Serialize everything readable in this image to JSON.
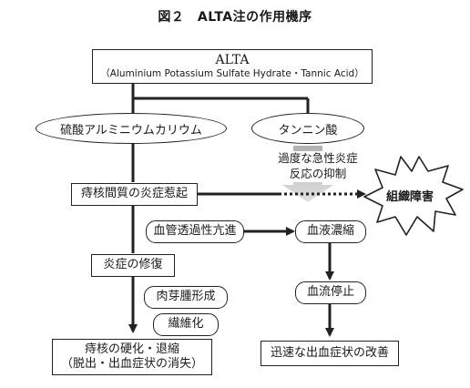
{
  "title": "図２　ALTA注の作用機序",
  "alta_box": {
    "name": "ALTA",
    "formula": "（Aluminium Potassium Sulfate Hydrate・Tannic Acid）"
  },
  "potassium_alum": "硫酸アルミニウムカリウム",
  "tannic_acid": "タンニン酸",
  "inhibition_line1": "過度な急性炎症",
  "inhibition_line2": "反応の抑制",
  "tissue_damage": "組織障害",
  "interstitial_inflammation": "痔核間質の炎症惹起",
  "vascular_permeability": "血管透過性亢進",
  "blood_concentration": "血液濃縮",
  "inflammation_repair": "炎症の修復",
  "granulation": "肉芽腫形成",
  "fibrosis": "繊維化",
  "hemostasis": "血流停止",
  "sclerosis_line1": "痔核の硬化・退縮",
  "sclerosis_line2": "（脱出・出血症状の消失）",
  "bleeding_improvement": "迅速な出血症状の改善",
  "colors": {
    "line": "#222222",
    "shade": "#b4b4b4"
  }
}
